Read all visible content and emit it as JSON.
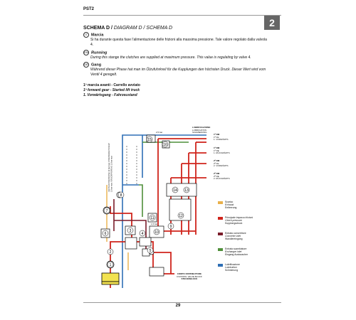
{
  "header": {
    "code": "PST2",
    "page_badge": "2",
    "page_number": "29"
  },
  "schema": {
    "title_it": "SCHEMA D /",
    "title_en": "DIAGRAM D / SCHEMA D"
  },
  "entries": [
    {
      "icon": "IT",
      "heading": "Marcia",
      "text": "Si ha durante questa fase l'alimentazione delle frizioni alla massima pressione. Tale valore regolato dalla valvola 4."
    },
    {
      "icon": "EN",
      "heading": "Running",
      "text": "During this stange the clutches are supplied at maximum pressure. This value is regulating by valve 4."
    },
    {
      "icon": "DE",
      "heading": "Gang",
      "text": "Während dieser Phase hat man im Ölzufuhrkreil für die Kupplungen den höchsten Druck. Dieser Wert wird vom Ventil 4 geregelt."
    }
  ],
  "gear": {
    "line1": "1ª marcia avanti - Carrello avviato",
    "line2": "1ª forward gear - Started lift truck",
    "line3": "1. Vorwärtsgang - Fahrzeustand"
  },
  "diagram": {
    "lubrication": [
      "LUBRIFICAZIONE",
      "LUBRICATION",
      "SCHMIERUNG"
    ],
    "pressure_label": "2,5 bar",
    "pressure_label2": "1,5 bar",
    "side_label": "CENTA DI PRESSIONE 12 bar max / PRESSURE PICK-UP 12 bar max / DRUCKPRÜFUNG 12 bar max",
    "distributor": [
      "CORPO DISTRIBUTORE",
      "CONTROL VALVE BLOCK",
      "STEUERBLOCK"
    ],
    "gears": [
      {
        "title": "1ª RM",
        "lines": [
          "1ª FE",
          "1. VORWÄRTS"
        ]
      },
      {
        "title": "1ª RM",
        "lines": [
          "1ª RE",
          "1. RÜCKWÄRTS"
        ]
      },
      {
        "title": "2ª RM",
        "lines": [
          "2ª FE",
          "2. VORWÄRTS"
        ]
      },
      {
        "title": "2ª RM",
        "lines": [
          "2ª RE",
          "2. RÜCKWÄRTS"
        ]
      }
    ],
    "numbers": [
      "15",
      "16",
      "14",
      "13",
      "12",
      "8",
      "11",
      "7",
      "10",
      "9",
      "6",
      "3",
      "4",
      "2",
      "1",
      "5"
    ]
  },
  "legend": [
    {
      "color": "#e9b04a",
      "lines": [
        "Scarico",
        "Exhaust",
        "Entleerung"
      ]
    },
    {
      "color": "#d0241c",
      "lines": [
        "Principale impacco frizioni",
        "Clutch pressure",
        "Kupplungsdruck"
      ]
    },
    {
      "color": "#7a1c2a",
      "lines": [
        "Entrata convertitore",
        "Converter inlet",
        "Wandlereingang"
      ]
    },
    {
      "color": "#4f8f3a",
      "lines": [
        "Entrata scambiatore",
        "Exchanger inlet",
        "Eingang Austauscher"
      ]
    },
    {
      "color": "#2f6fb5",
      "lines": [
        "Lubrificazione",
        "Lubrication",
        "Schmierung"
      ]
    }
  ]
}
